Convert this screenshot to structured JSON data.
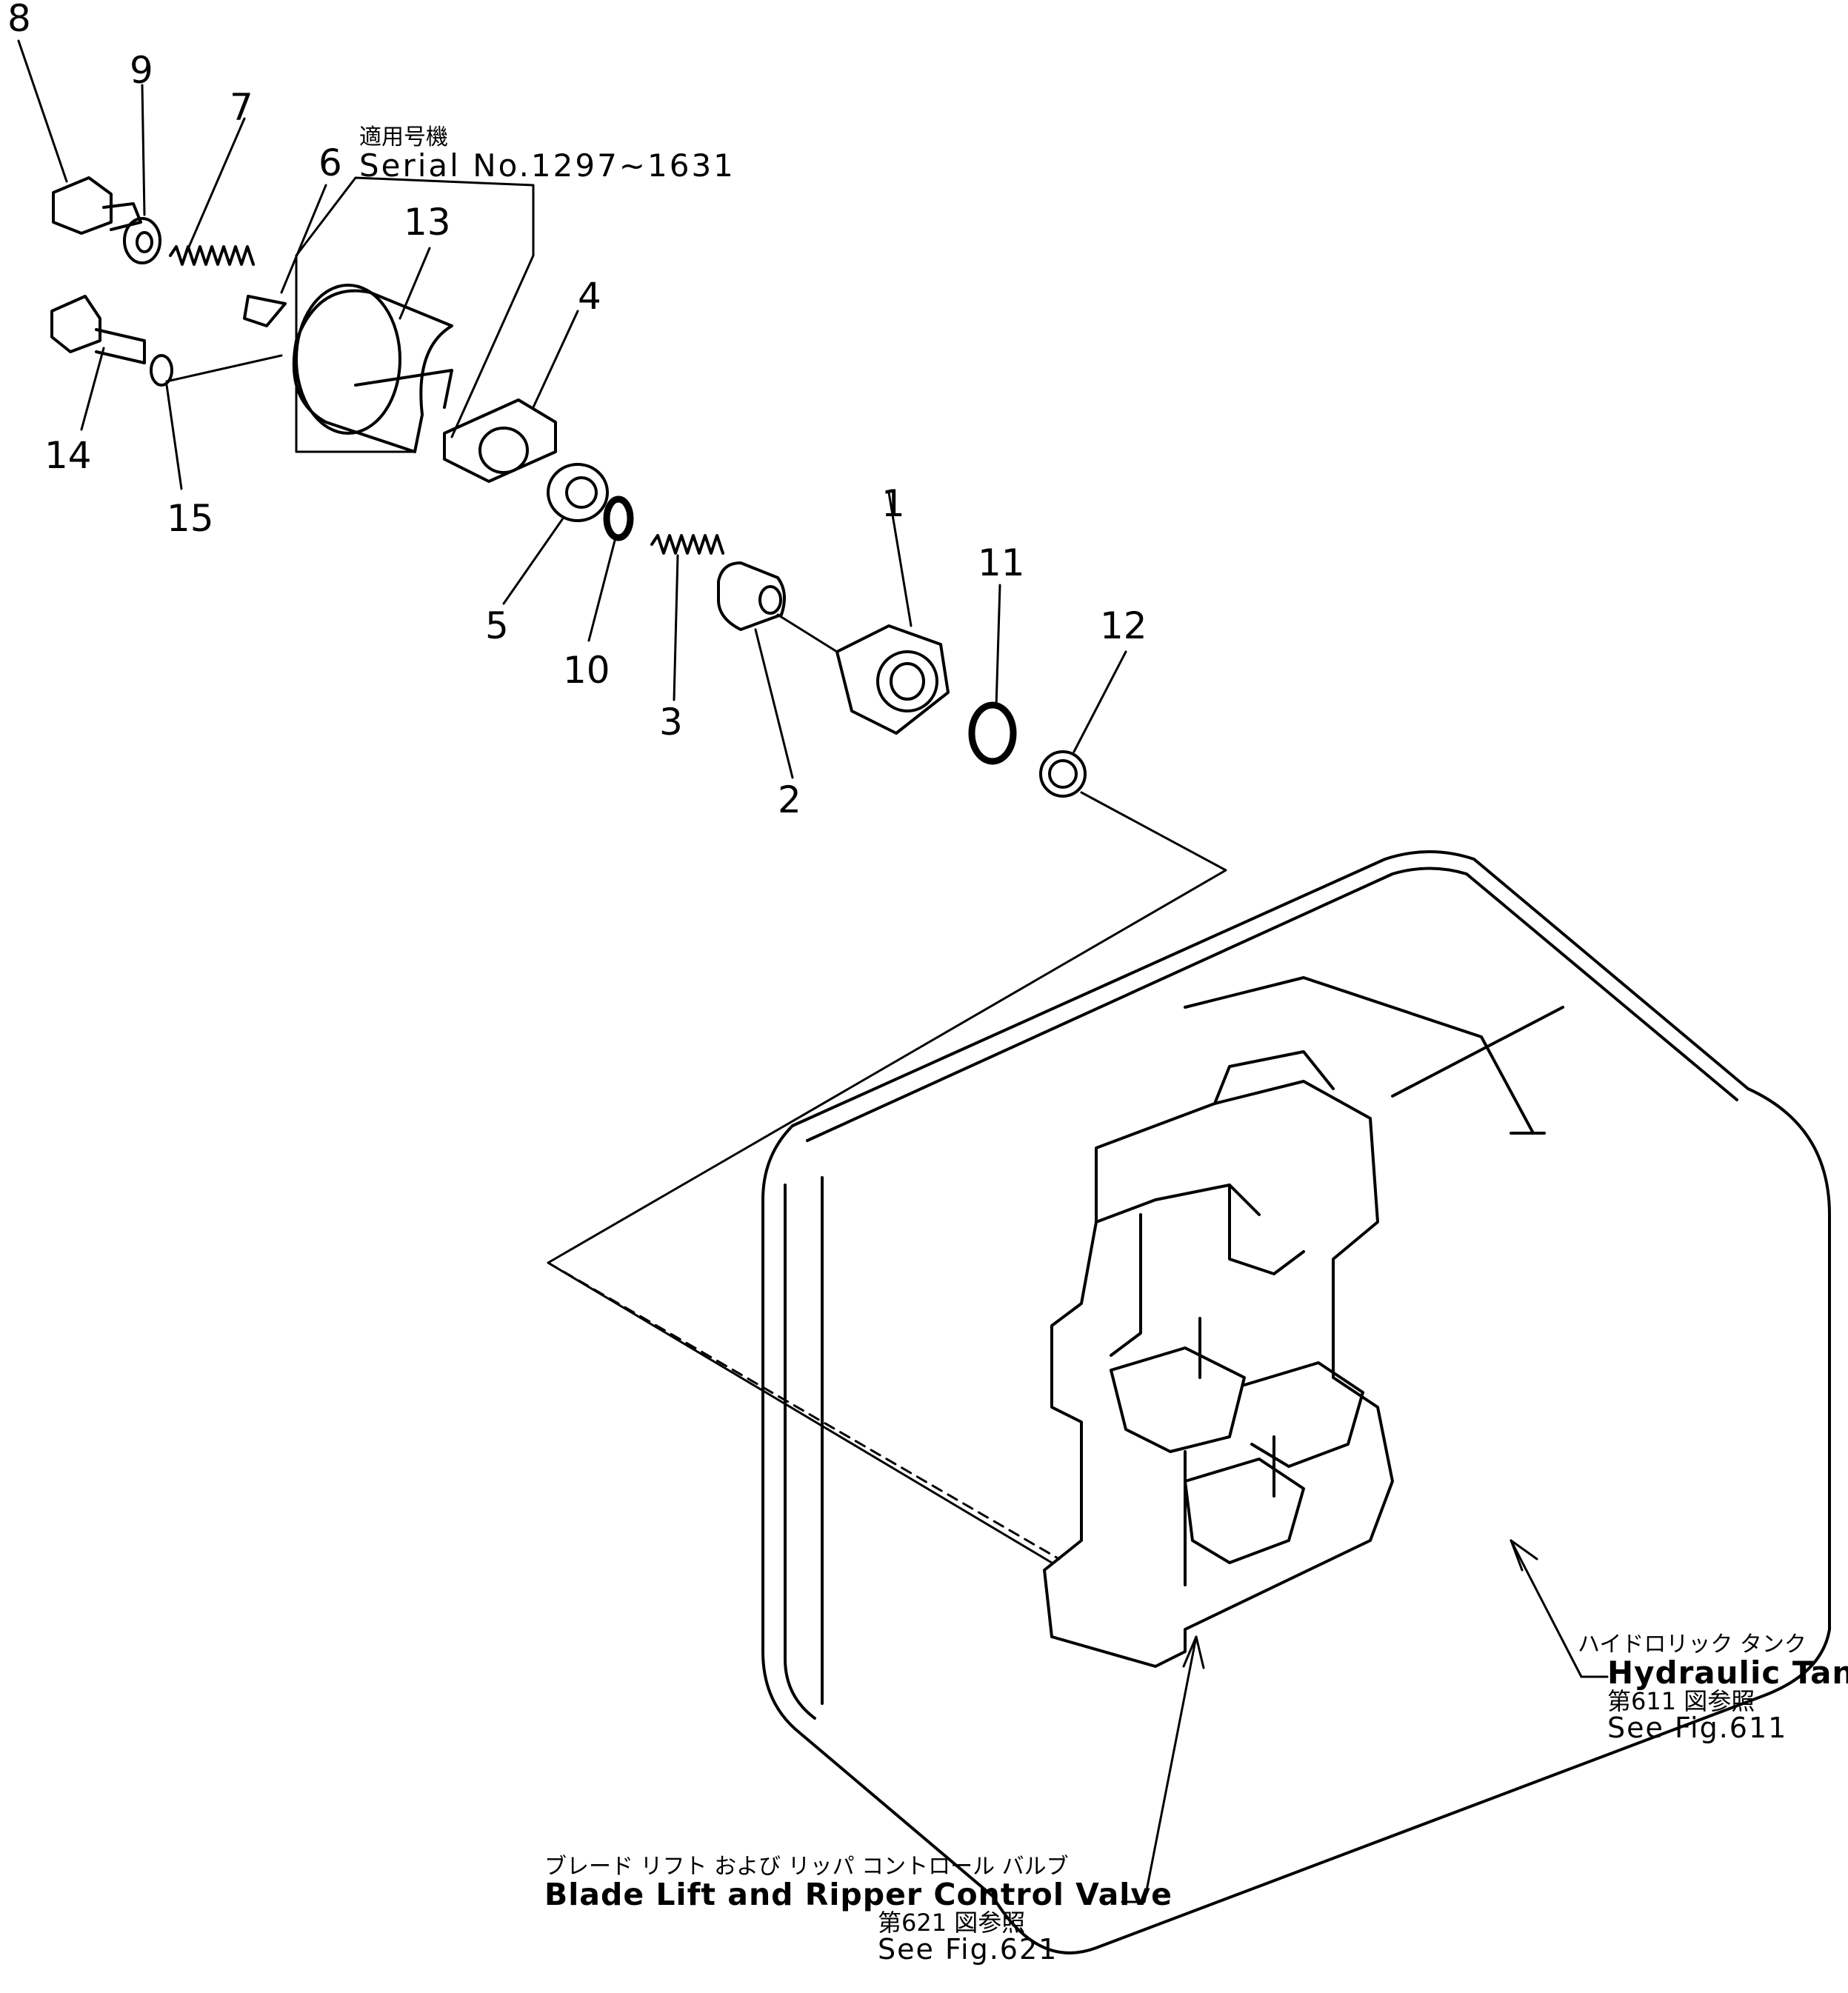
{
  "callouts": {
    "p1": "1",
    "p2": "2",
    "p3": "3",
    "p4": "4",
    "p5": "5",
    "p6": "6",
    "p7": "7",
    "p8": "8",
    "p9": "9",
    "p10": "10",
    "p11": "11",
    "p12": "12",
    "p13": "13",
    "p14": "14",
    "p15": "15"
  },
  "serial_note": {
    "jp": "適用号機",
    "en": "Serial No.1297~1631"
  },
  "hydraulic_tank": {
    "jp": "ハイドロリック タンク",
    "en": "Hydraulic Tank",
    "ref_jp": "第611 図参照",
    "ref_en": "See Fig.611"
  },
  "control_valve": {
    "jp": "ブレード リフト および リッパ コントロール バルブ",
    "en": "Blade Lift and Ripper Control Valve",
    "ref_jp": "第621 図参照",
    "ref_en": "See Fig.621"
  },
  "colors": {
    "ink": "#000000",
    "paper": "#ffffff"
  }
}
